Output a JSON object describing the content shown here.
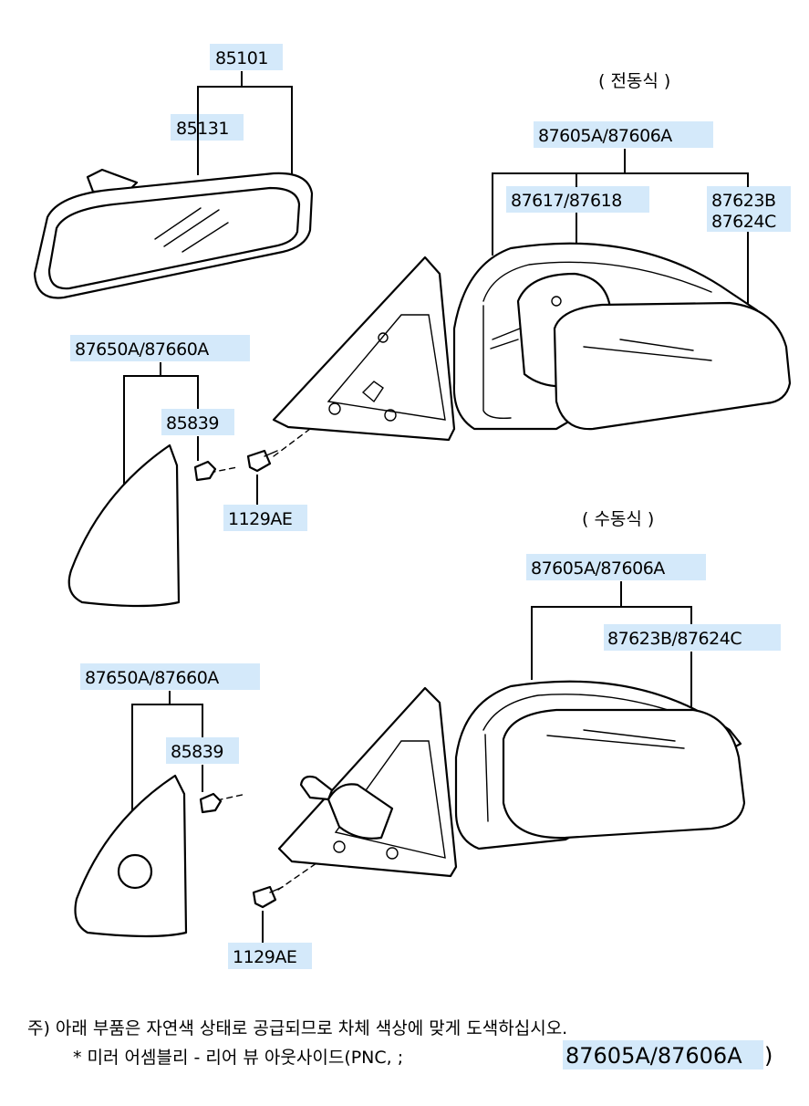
{
  "headers": {
    "power": "( 전동식 )",
    "manual": "( 수동식 )"
  },
  "labels": {
    "l85101": "85101",
    "l85131": "85131",
    "l_top_pair": "87605A/87606A",
    "l_actuator": "87617/87618",
    "l_glass_b": "87623B",
    "l_glass_c": "87624C",
    "l_cover1": "87650A/87660A",
    "l_clip1": "85839",
    "l_screw1": "1129AE",
    "l_bottom_pair": "87605A/87606A",
    "l_glass2": "87623B/87624C",
    "l_cover2": "87650A/87660A",
    "l_clip2": "85839",
    "l_screw2": "1129AE"
  },
  "notes": {
    "line1": "주) 아래 부품은 자연색 상태로 공급되므로 차체 색상에 맞게 도색하십시오.",
    "line2_prefix": "* 미러 어셈블리 - 리어 뷰 아웃사이드(PNC, ;",
    "line2_pnc": "87605A/87606A",
    "line2_suffix": ")"
  },
  "colors": {
    "label_bg": "#d4e9fa",
    "line": "#000000"
  }
}
